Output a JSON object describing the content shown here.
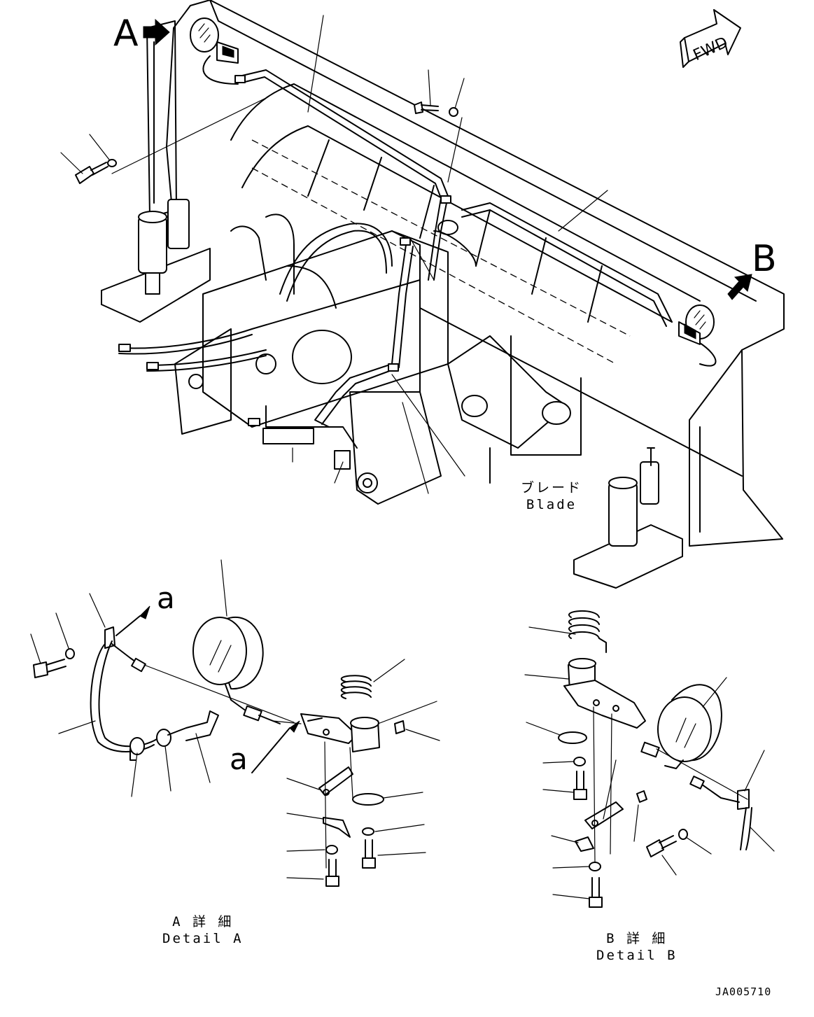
{
  "view_labels": {
    "view_a": "A",
    "view_b": "B",
    "sub_a_top": "a",
    "sub_a_bottom": "a"
  },
  "fwd_label": "FWD",
  "blade_caption": {
    "jp": "ブレード",
    "en": "Blade"
  },
  "detail_a_caption": {
    "jp": "A 詳 細",
    "en": "Detail A"
  },
  "detail_b_caption": {
    "jp": "B 詳 細",
    "en": "Detail B"
  },
  "drawing_code": "JA005710"
}
